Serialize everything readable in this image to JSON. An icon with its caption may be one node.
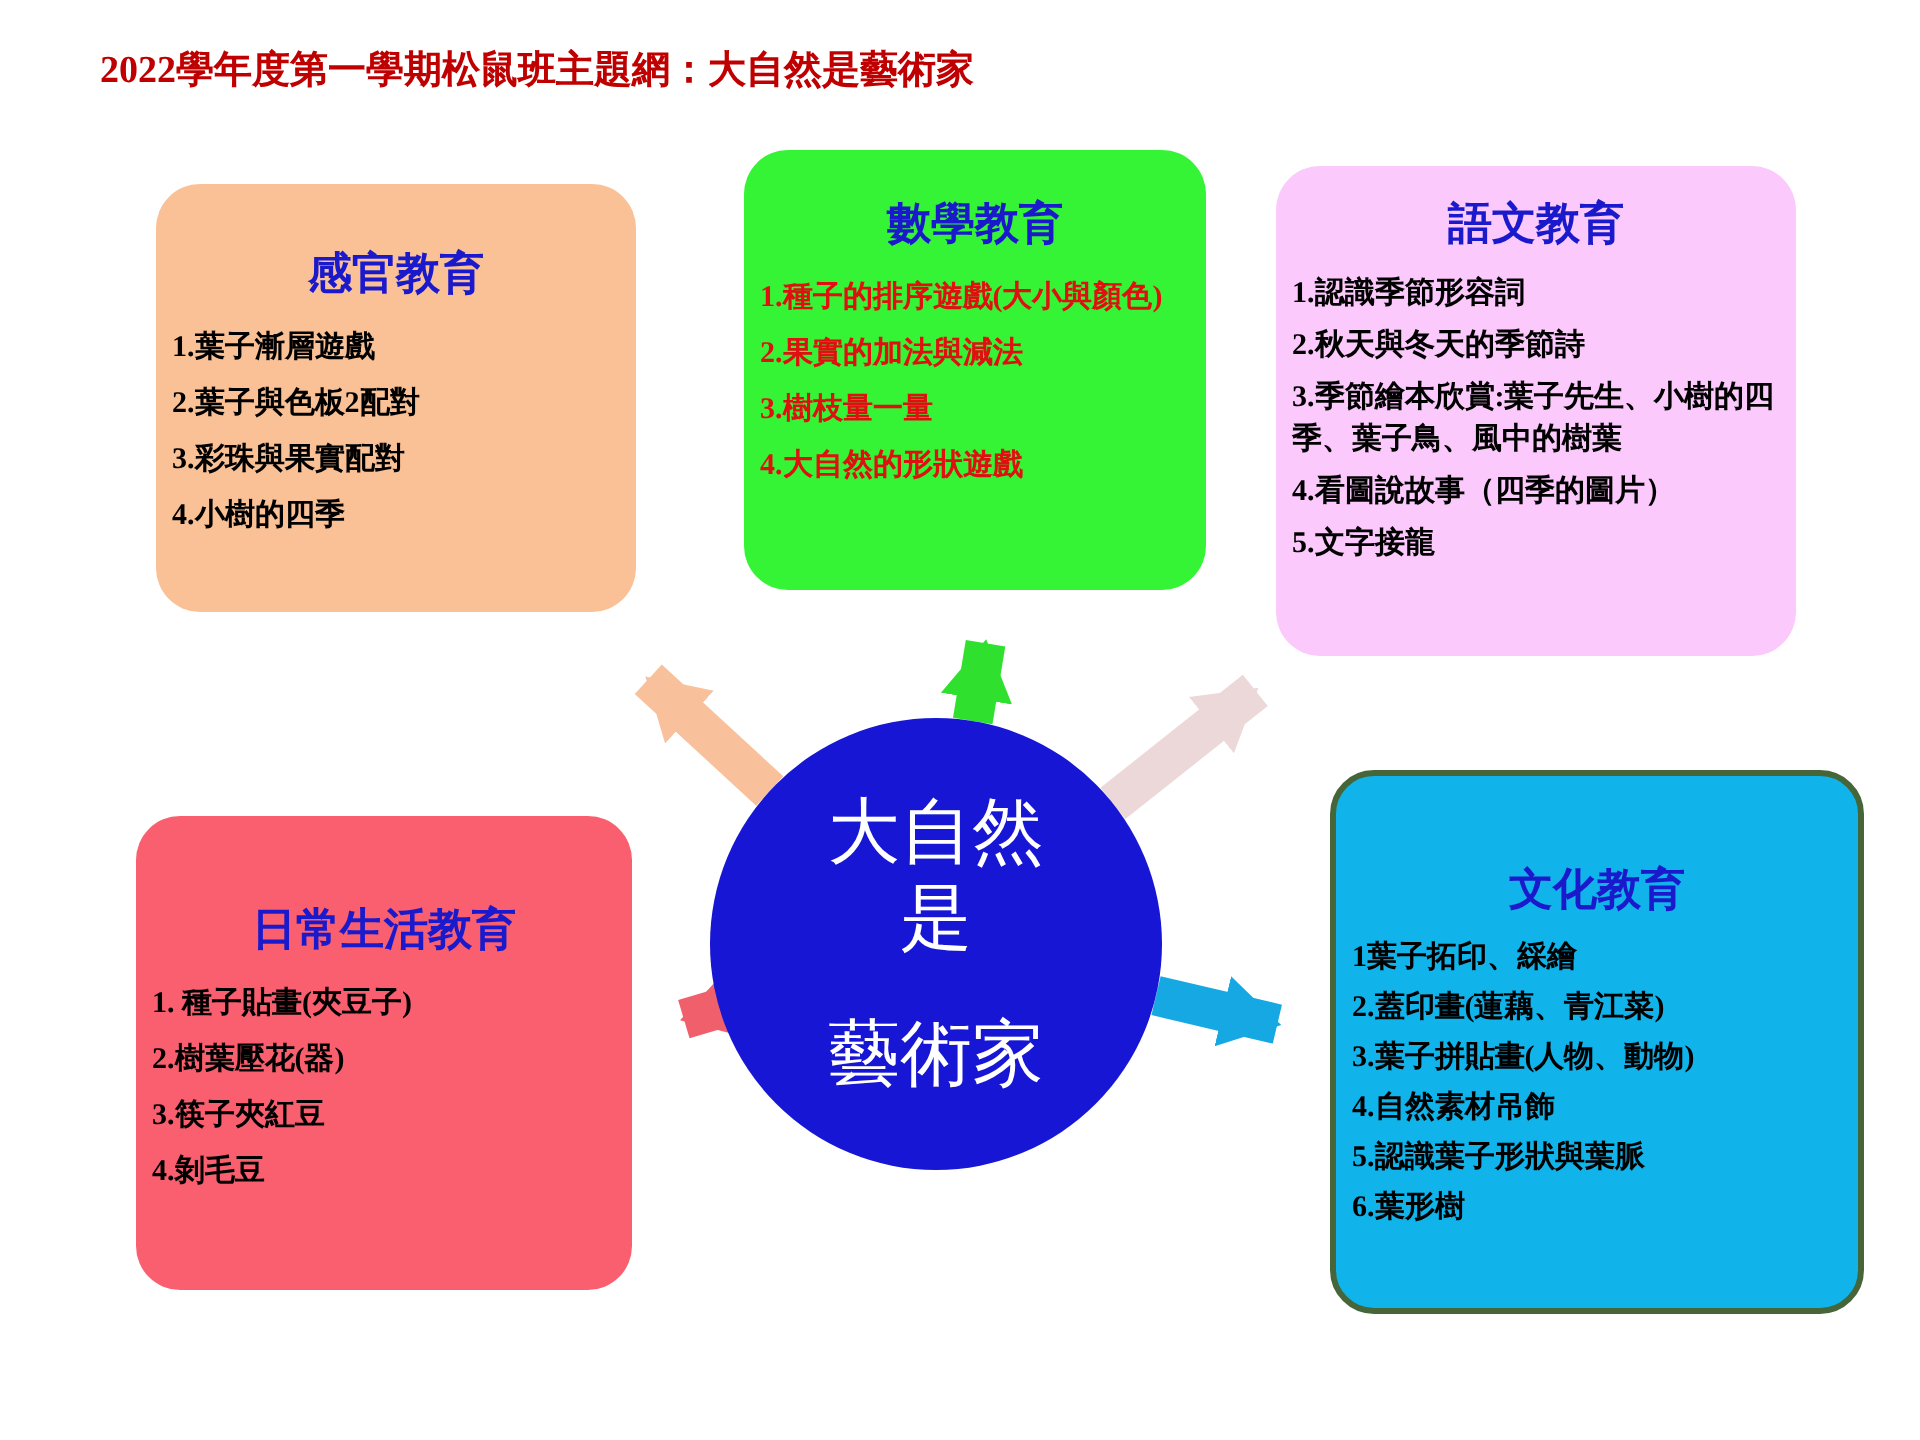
{
  "diagram": {
    "title": "2022學年度第一學期松鼠班主題網：大自然是藝術家",
    "nodes": [
      {
        "text": [
          "大自然是",
          "藝術家"
        ]
      },
      {
        "text": [
          "感官教育",
          "1.葉子漸層遊戲",
          "2.葉子與色板2配對",
          "3.彩珠與果實配對",
          "4.小樹的四季"
        ]
      },
      {
        "text": [
          "數學教育",
          "1.種子的排序遊戲(大小與顏色)",
          "2.果實的加法與減法",
          "3.樹枝量一量",
          "4.大自然的形狀遊戲"
        ]
      },
      {
        "text": [
          "語文教育",
          "1.認識季節形容詞",
          "2.秋天與冬天的季節詩",
          "3.季節繪本欣賞:葉子先生、小樹的四季、葉子鳥、風中的樹葉",
          "4.看圖說故事（四季的圖片）",
          "5.文字接龍"
        ]
      },
      {
        "text": [
          "日常生活教育",
          "1. 種子貼畫(夾豆子)",
          "2.樹葉壓花(器)",
          "3.筷子夾紅豆",
          "4.剝毛豆"
        ]
      },
      {
        "text": [
          "文化教育",
          "1葉子拓印、綵繪",
          "2.蓋印畫(蓮藕、青江菜)",
          "3.葉子拼貼畫(人物、動物)",
          "4.自然素材吊飾",
          "5.認識葉子形狀與葉脈",
          "6.葉形樹"
        ]
      }
    ],
    "edges": [
      {
        "from": 0,
        "to": 1,
        "arrow": "to",
        "color": "#f8c19c"
      },
      {
        "from": 0,
        "to": 2,
        "arrow": "to",
        "color": "#2fe02f"
      },
      {
        "from": 0,
        "to": 3,
        "arrow": "to",
        "color": "#ecd8d8"
      },
      {
        "from": 0,
        "to": 4,
        "arrow": "to",
        "color": "#f0606c"
      },
      {
        "from": 0,
        "to": 5,
        "arrow": "to",
        "color": "#15a8e2"
      }
    ]
  }
}
